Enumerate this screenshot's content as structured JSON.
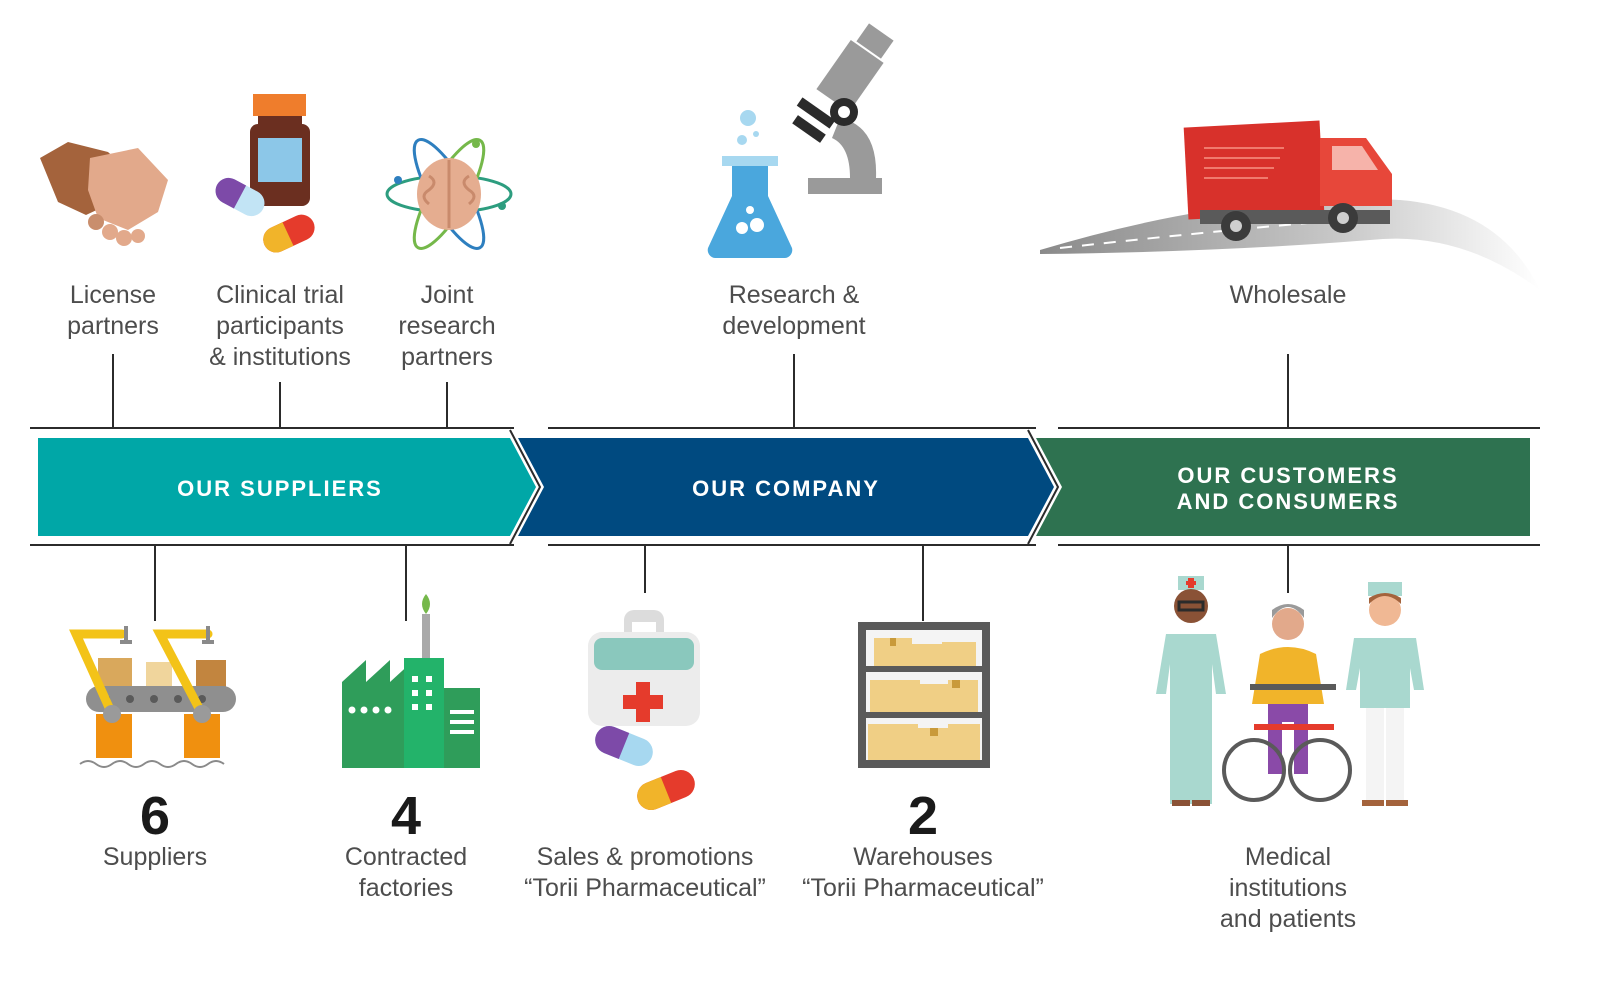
{
  "bands": {
    "suppliers": {
      "lines": [
        "OUR SUPPLIERS"
      ],
      "color": "#00a7a7"
    },
    "company": {
      "lines": [
        "OUR COMPANY"
      ],
      "color": "#004a80"
    },
    "customers": {
      "lines": [
        "OUR CUSTOMERS",
        "AND CONSUMERS"
      ],
      "color": "#2e7250"
    }
  },
  "top": {
    "license": {
      "lines": [
        "License",
        "partners"
      ],
      "icon": "handshake-icon"
    },
    "clinical": {
      "lines": [
        "Clinical trial",
        "participants",
        "& institutions"
      ],
      "icon": "medicine-bottle-icon"
    },
    "joint": {
      "lines": [
        "Joint",
        "research",
        "partners"
      ],
      "icon": "brain-atom-icon"
    },
    "rnd": {
      "lines": [
        "Research &",
        "development"
      ],
      "icon": "microscope-flask-icon"
    },
    "wholesale": {
      "lines": [
        "Wholesale"
      ],
      "icon": "truck-icon"
    }
  },
  "bottom": {
    "suppliers": {
      "number": "6",
      "lines": [
        "Suppliers"
      ],
      "icon": "conveyor-robot-icon"
    },
    "factories": {
      "number": "4",
      "lines": [
        "Contracted",
        "factories"
      ],
      "icon": "factory-icon"
    },
    "sales": {
      "lines": [
        "Sales & promotions",
        "“Torii Pharmaceutical”"
      ],
      "icon": "medical-kit-icon"
    },
    "warehouses": {
      "number": "2",
      "lines": [
        "Warehouses",
        "“Torii Pharmaceutical”"
      ],
      "icon": "warehouse-shelf-icon"
    },
    "medical": {
      "lines": [
        "Medical",
        "institutions",
        "and patients"
      ],
      "icon": "medical-staff-patient-icon"
    }
  }
}
